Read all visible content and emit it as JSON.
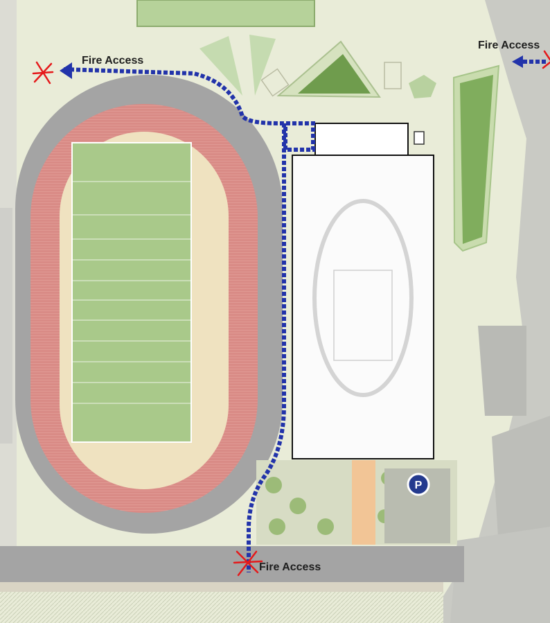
{
  "labels": {
    "fire_access_top_left": "Fire Access",
    "fire_access_top_right": "Fire Access",
    "fire_access_bottom": "Fire Access",
    "parking": "P"
  },
  "colors": {
    "fire_route": "#2233aa",
    "marker": "#e5191b",
    "track": "#d98b86",
    "field": "#a9c98a",
    "building_outline": "#111111",
    "road": "#a4a4a4",
    "lawn": "#e9ecd8",
    "parking_badge": "#243a8e"
  },
  "icons": [
    "arrow-left-icon",
    "x-marker-icon",
    "parking-icon"
  ]
}
